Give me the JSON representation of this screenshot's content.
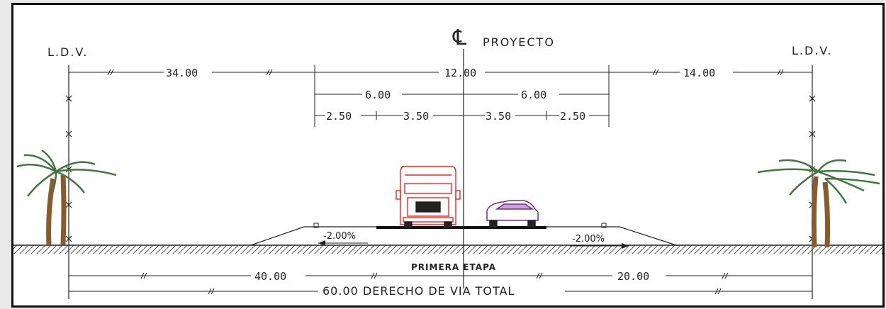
{
  "labels": {
    "ldv_left": "L.D.V.",
    "ldv_right": "L.D.V.",
    "centerline_symbol": "℄",
    "centerline_text": "PROYECTO",
    "first_stage": "PRIMERA ETAPA",
    "total_row": "60.00 DERECHO DE VIA TOTAL"
  },
  "dimensions": {
    "left_setback": "34.00",
    "roadway": "12.00",
    "right_setback": "14.00",
    "half_left": "6.00",
    "half_right": "6.00",
    "shoulder_left": "2.50",
    "lane_left": "3.50",
    "lane_right": "3.50",
    "shoulder_right": "2.50",
    "row_left": "40.00",
    "row_right": "20.00"
  },
  "slopes": {
    "left": "-2.00%",
    "right": "-2.00%"
  },
  "colors": {
    "truck": "#ff2020",
    "car": "#7a2b8c",
    "lines": "#222222"
  }
}
